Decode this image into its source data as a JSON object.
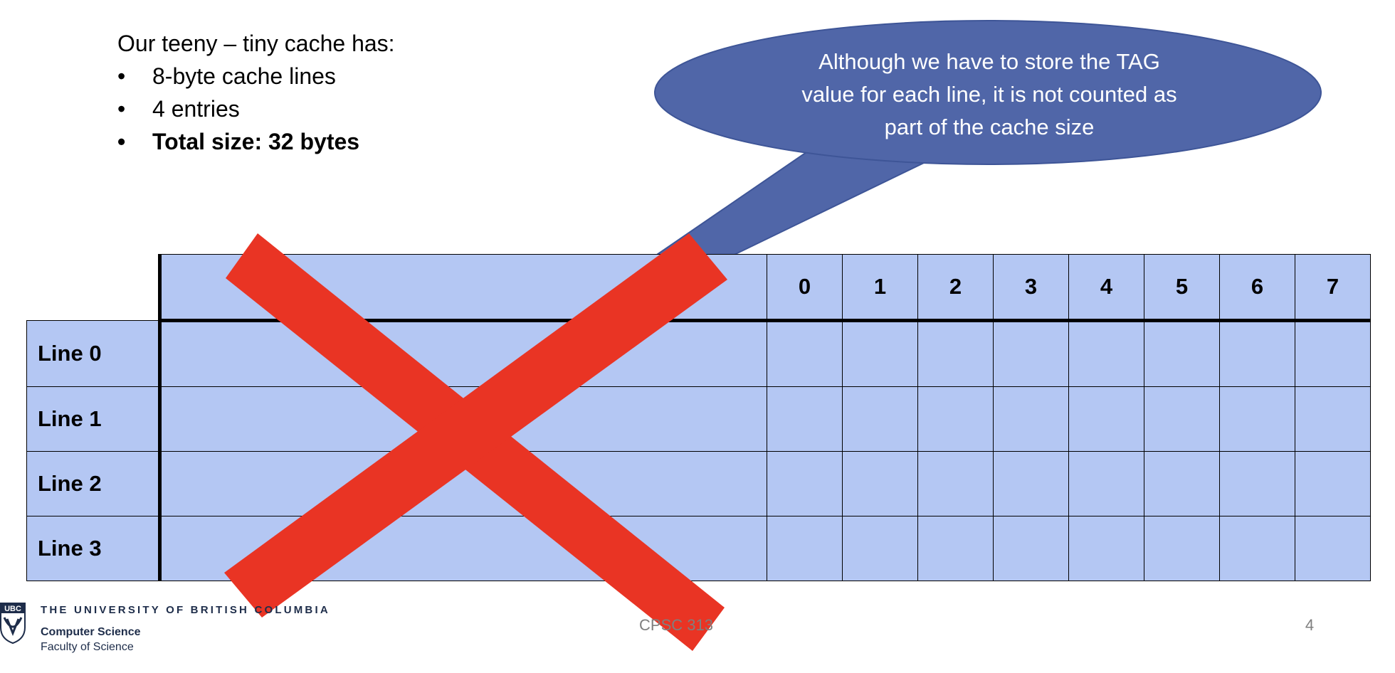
{
  "intro": {
    "heading": "Our teeny – tiny cache has:",
    "bullets": [
      {
        "text": "8-byte cache lines",
        "bold": false
      },
      {
        "text": "4 entries",
        "bold": false
      },
      {
        "text": "Total size: 32 bytes",
        "bold": true
      }
    ]
  },
  "callout": {
    "line1": "Although we have to store the TAG",
    "line2": "value for each line, it is not counted as",
    "line3": "part of the cache size",
    "color": "#5066a8"
  },
  "table": {
    "byte_headers": [
      "0",
      "1",
      "2",
      "3",
      "4",
      "5",
      "6",
      "7"
    ],
    "rows": [
      "Line 0",
      "Line 1",
      "Line 2",
      "Line 3"
    ],
    "cell_color": "#b4c7f3"
  },
  "cross_mark": {
    "color": "#e93424",
    "meaning": "tag column crossed out"
  },
  "footer": {
    "university": "THE UNIVERSITY OF BRITISH COLUMBIA",
    "department": "Computer Science",
    "faculty": "Faculty of Science",
    "logo_text": "UBC",
    "course": "CPSC 313",
    "page_number": "4"
  }
}
